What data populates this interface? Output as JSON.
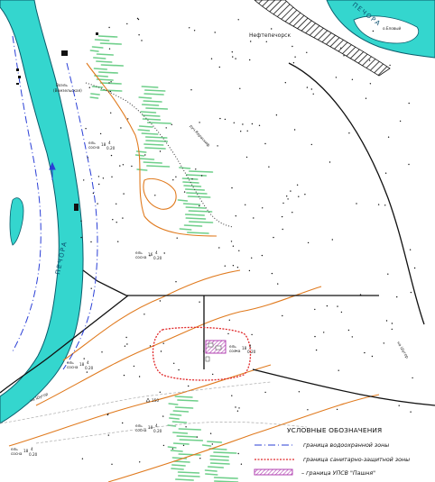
{
  "labels": {
    "river_main": "ПЕЧОРА",
    "river_top": "ПЕЧОРА",
    "town": "Нефтепечорск",
    "island": "о.Еловый",
    "village": "Воэль",
    "village_sub": "(Вомзельская)",
    "creek": "руч.Керасниф",
    "road_left": "на Шугор",
    "road_right": "на Шугор",
    "elevation": "150"
  },
  "forest_markers": [
    {
      "name": "forest-marker-1",
      "top": "ель",
      "bottom": "сосна",
      "num": "18",
      "frac_top": "4",
      "frac_bottom": "0.20"
    },
    {
      "name": "forest-marker-2",
      "top": "ель",
      "bottom": "сосна",
      "num": "16",
      "frac_top": "4",
      "frac_bottom": "0.20"
    },
    {
      "name": "forest-marker-3",
      "top": "ель",
      "bottom": "сосна",
      "num": "18",
      "frac_top": "4",
      "frac_bottom": "0.20"
    },
    {
      "name": "forest-marker-4",
      "top": "ель",
      "bottom": "сосна",
      "num": "18",
      "frac_top": "4",
      "frac_bottom": "0.20"
    },
    {
      "name": "forest-marker-5",
      "top": "ель",
      "bottom": "сосна",
      "num": "18",
      "frac_top": "4",
      "frac_bottom": "0.20"
    },
    {
      "name": "forest-marker-6",
      "top": "ель",
      "bottom": "сосна",
      "num": "18",
      "frac_top": "4",
      "frac_bottom": "0.20"
    }
  ],
  "legend": {
    "title": "УСЛОВНЫЕ ОБОЗНАЧЕНИЯ",
    "items": [
      {
        "symbol": "dash-dot-blue",
        "text": "граница водоохранной зоны"
      },
      {
        "symbol": "red-dotted",
        "text": "граница санитарно-защитной зоны"
      },
      {
        "symbol": "hatched-box",
        "text": "– граница   УПСВ \"Пашня\""
      }
    ]
  },
  "colors": {
    "water": "#34d6ce",
    "water_edge": "#0a5c6b",
    "forest": "#6ecf8a",
    "contour": "#e07a1e",
    "road": "#111111",
    "sanitary": "#e0282a",
    "water_zone": "#2a3fd6",
    "hatched": "#b040b0"
  }
}
